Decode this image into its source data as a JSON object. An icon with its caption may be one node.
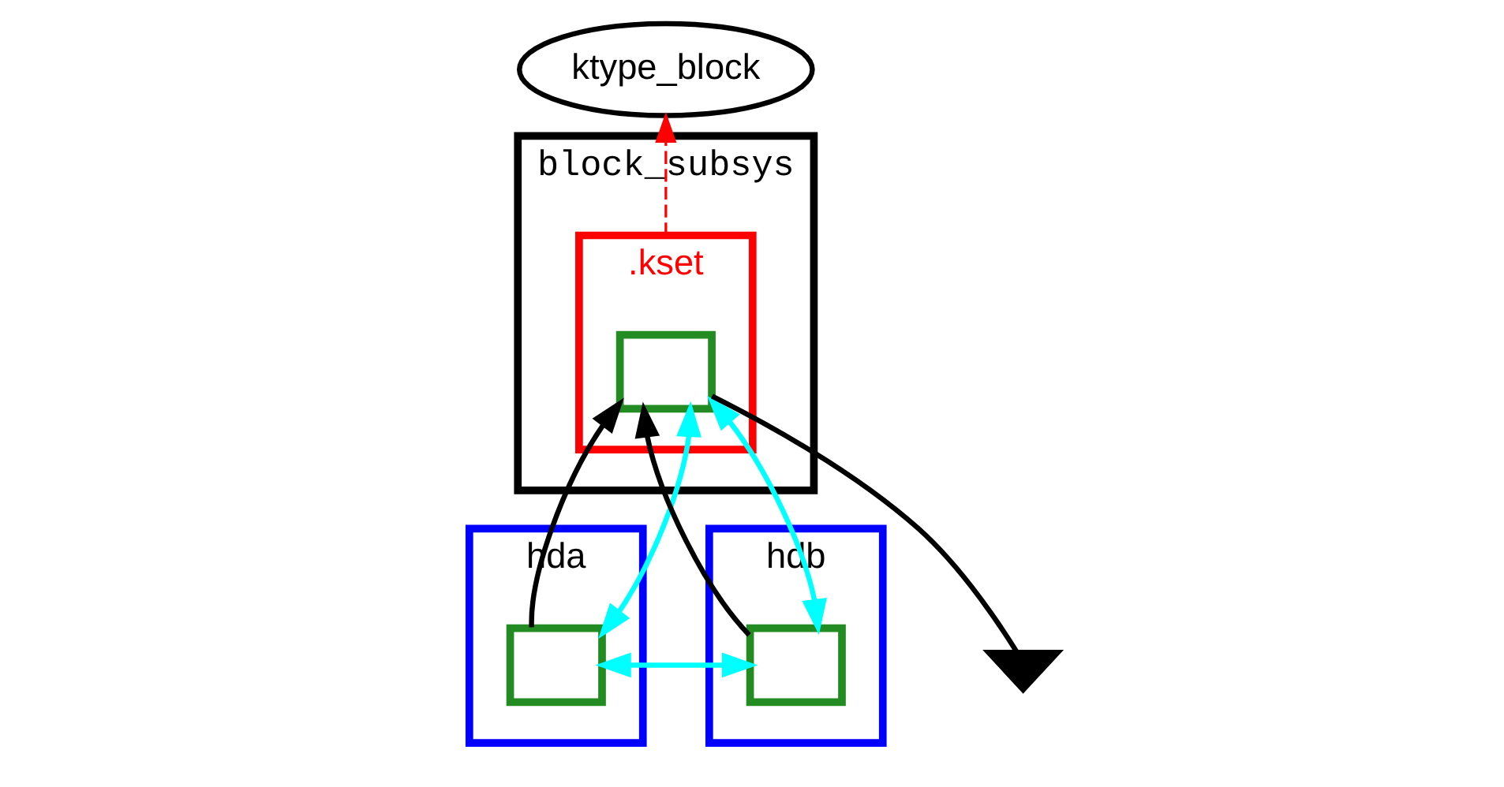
{
  "diagram": {
    "nodes": [
      {
        "text": [
          "block_subsys"
        ]
      },
      {
        "text": [
          ".kset"
        ],
        "in": 0
      },
      {
        "text": [],
        "shape": "box",
        "in": 1
      },
      {
        "text": [],
        "shape": "ground"
      },
      {
        "text": [
          "ktype_block"
        ]
      },
      {
        "text": [
          "hda"
        ]
      },
      {
        "text": [],
        "shape": "box",
        "in": 5
      },
      {
        "text": [
          "hdb"
        ]
      },
      {
        "text": [],
        "shape": "box",
        "in": 7
      }
    ],
    "edges": [
      {
        "from": 1,
        "to": 4,
        "arrow": "to",
        "style": "dashed",
        "color": "#ff0000"
      },
      {
        "from": 3,
        "to": 2,
        "arrow": "none"
      },
      {
        "from": 6,
        "to": 2,
        "arrow": "to"
      },
      {
        "from": 8,
        "to": 2,
        "arrow": "to"
      },
      {
        "from": 2,
        "to": 6,
        "arrow": "both",
        "color": "#00ffff"
      },
      {
        "from": 2,
        "to": 8,
        "arrow": "both",
        "color": "#00ffff"
      },
      {
        "from": 6,
        "to": 8,
        "arrow": "both",
        "color": "#00ffff"
      }
    ]
  }
}
